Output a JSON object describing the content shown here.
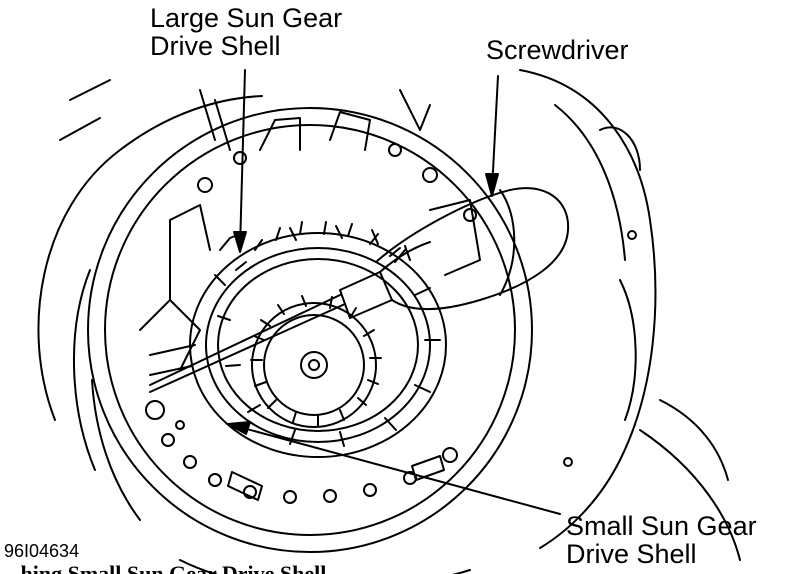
{
  "labels": {
    "large_sun_gear_line1": "Large Sun Gear",
    "large_sun_gear_line2": "Drive Shell",
    "screwdriver": "Screwdriver",
    "small_sun_gear_line1": "Small Sun Gear",
    "small_sun_gear_line2": "Drive Shell",
    "figure_id": "96I04634",
    "cut_caption": "...hing  Small  Sun  Gear  Drive  Shell..."
  },
  "colors": {
    "ink": "#000000",
    "paper": "#ffffff"
  }
}
